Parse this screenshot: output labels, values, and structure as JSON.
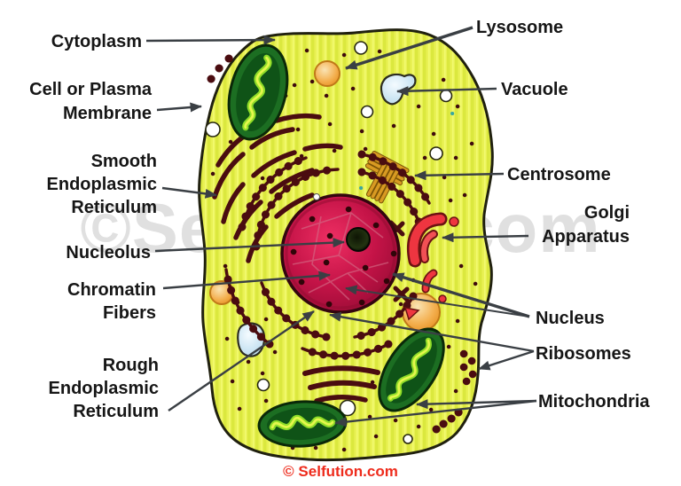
{
  "watermark": {
    "text": "©Selfution.com",
    "color": "#cbcbcb"
  },
  "footer": {
    "text": "© Selfution.com",
    "color": "#ee2b1c"
  },
  "labels": {
    "cytoplasm": {
      "text": "Cytoplasm"
    },
    "cell_membrane": {
      "line1": "Cell or Plasma",
      "line2": "Membrane"
    },
    "smooth_er": {
      "line1": "Smooth",
      "line2": "Endoplasmic",
      "line3": "Reticulum"
    },
    "nucleolus": {
      "text": "Nucleolus"
    },
    "chromatin": {
      "line1": "Chromatin",
      "line2": "Fibers"
    },
    "rough_er": {
      "line1": "Rough",
      "line2": "Endoplasmic",
      "line3": "Reticulum"
    },
    "lysosome": {
      "text": "Lysosome"
    },
    "vacuole": {
      "text": "Vacuole"
    },
    "centrosome": {
      "text": "Centrosome"
    },
    "golgi": {
      "line1": "Golgi",
      "line2": "Apparatus"
    },
    "nucleus": {
      "text": "Nucleus"
    },
    "ribosomes": {
      "text": "Ribosomes"
    },
    "mitochondria": {
      "text": "Mitochondria"
    }
  },
  "colors": {
    "cell_fill": "#e9f154",
    "cell_stripe": "#dbe83e",
    "cell_outline": "#20200f",
    "organelle_maroon": "#4a0c10",
    "nucleus_red": "#c41347",
    "nucleolus_dark": "#18230a",
    "mitochondria_green": "#1c6e22",
    "mitochondria_crista": "#8edc28",
    "golgi_red": "#ee3540",
    "centrosome_brown": "#d89a22",
    "lysosome_orange": "#f2a93f",
    "vacuole_blue": "#cfe7f4",
    "arrow": "#3a3f44",
    "label_text": "#161616",
    "watermark": "#cbcbcb",
    "footer_red": "#ee2b1c"
  }
}
